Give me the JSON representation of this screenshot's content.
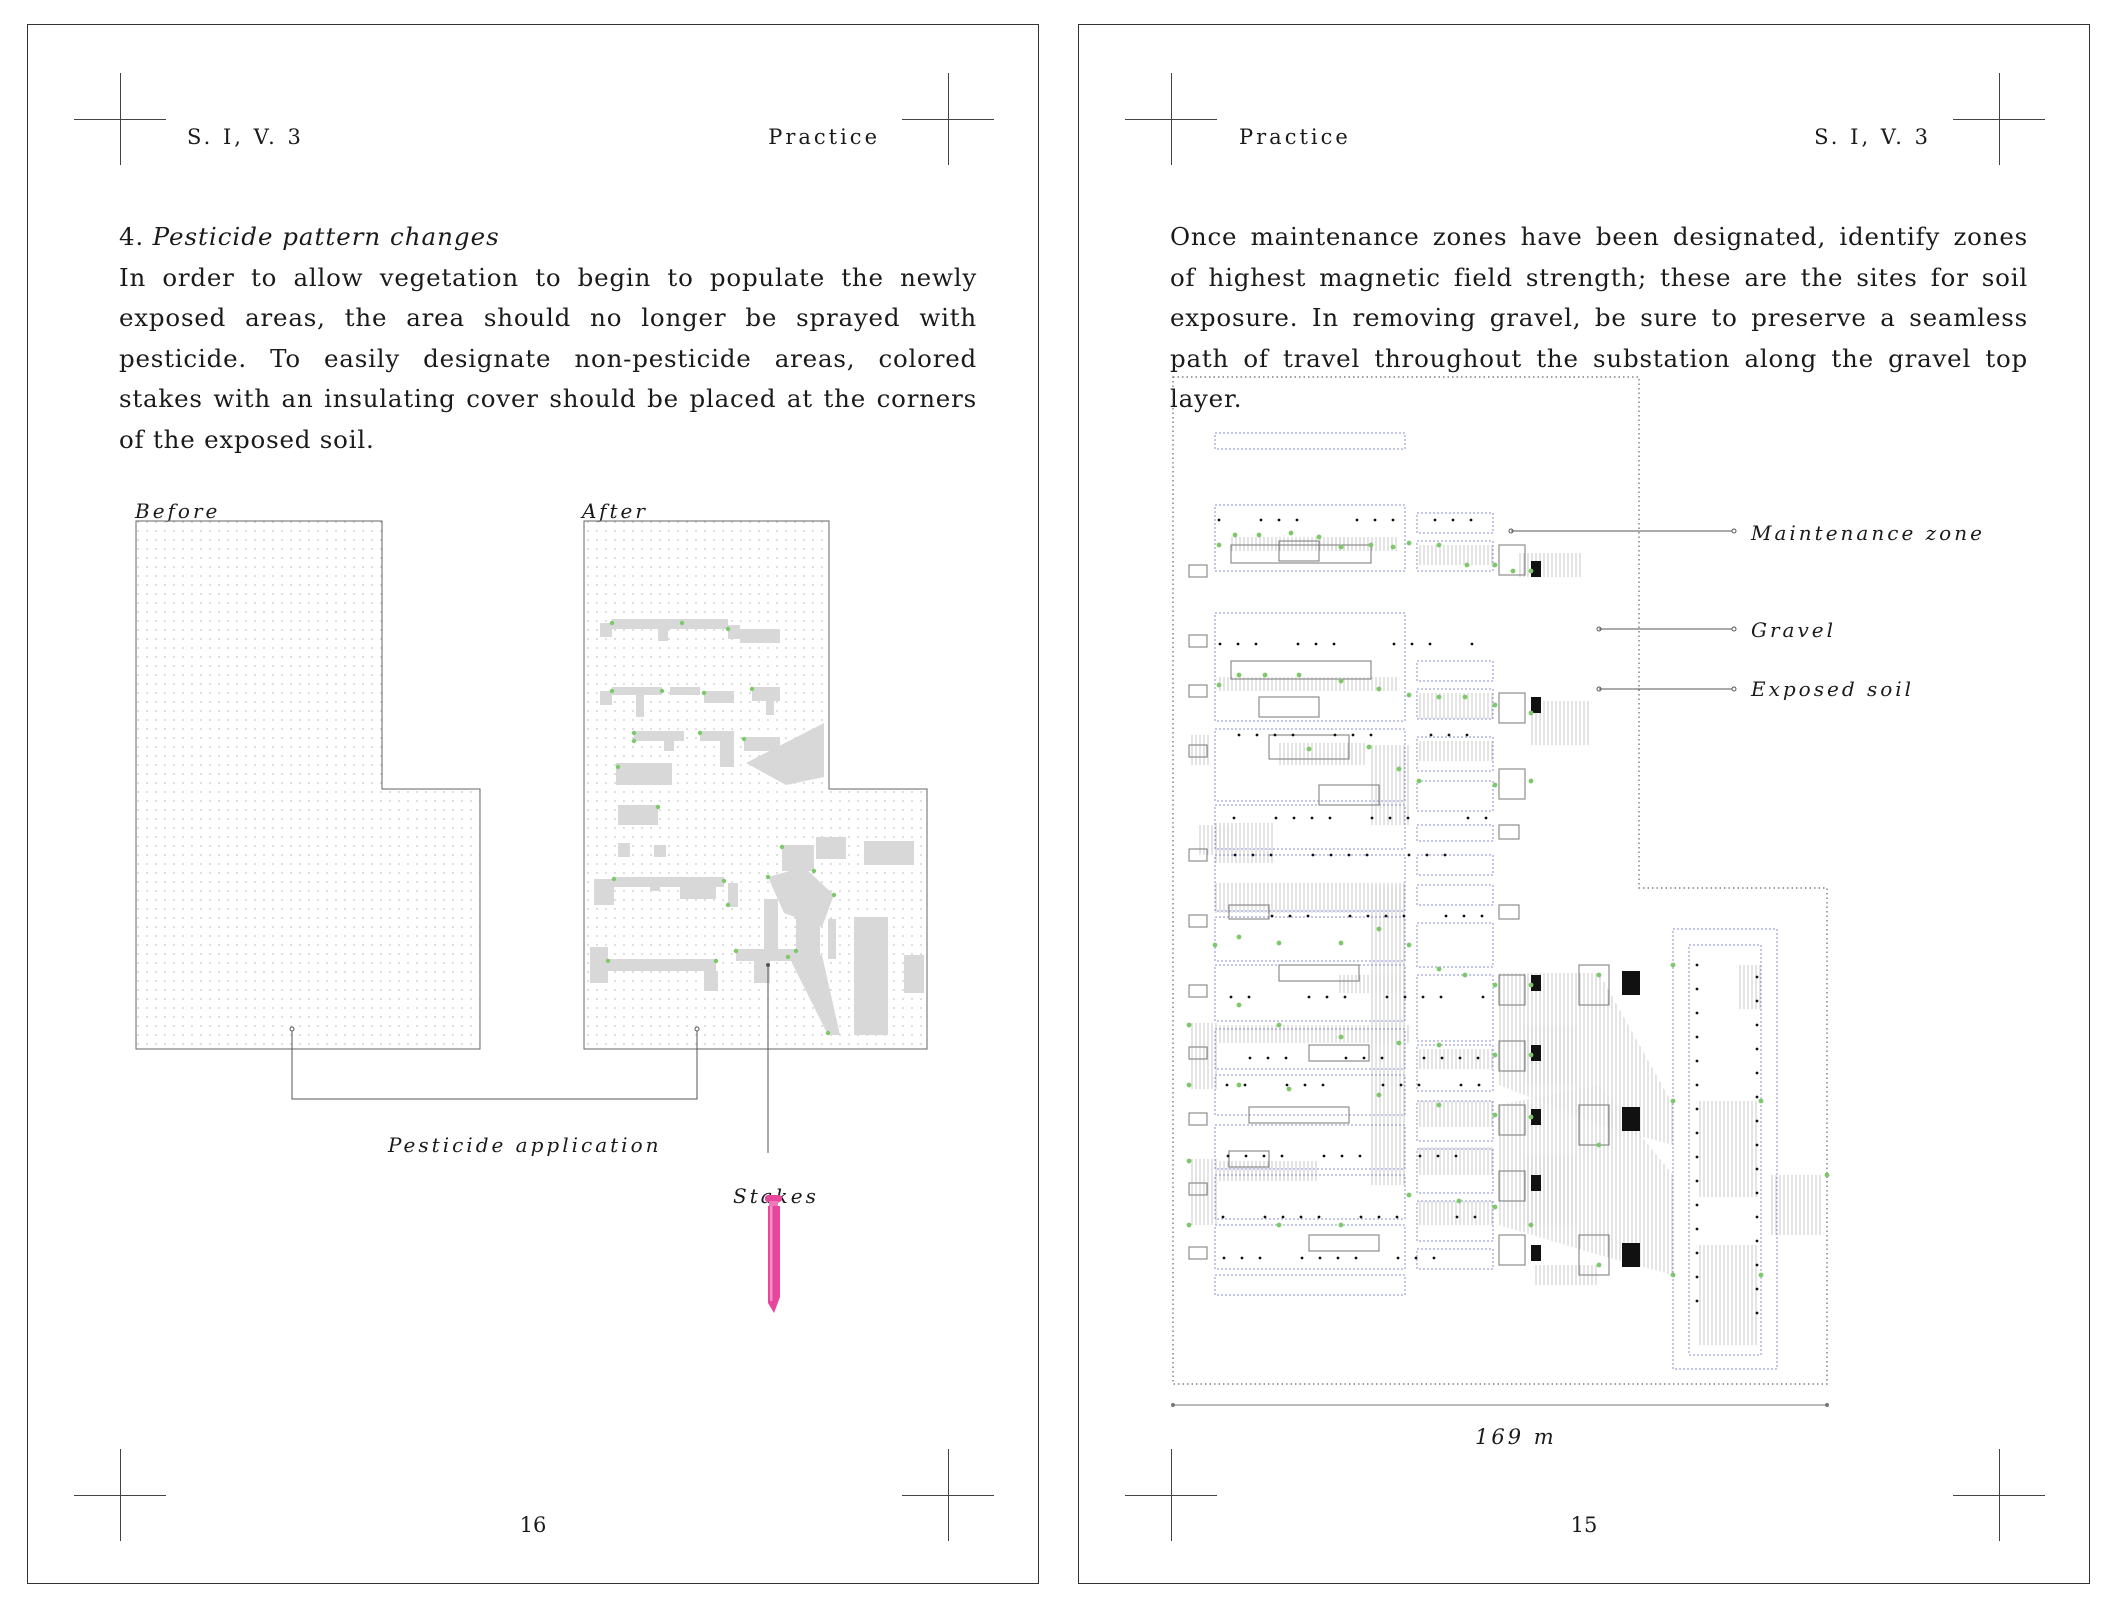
{
  "left_page": {
    "running_head_left": "S. I, V. 3",
    "running_head_right": "Practice",
    "section_number": "4.",
    "section_title": "Pesticide pattern changes",
    "paragraph": "In order to allow vegetation to begin to populate the newly exposed areas, the area should no longer be sprayed with pesticide. To easily designate non-pesticide areas, colored stakes with an insulating cover should be placed at the corners of the exposed soil.",
    "figure_labels": {
      "before": "Before",
      "after": "After",
      "pesticide_application": "Pesticide application",
      "stakes": "Stakes"
    },
    "page_number": "16"
  },
  "right_page": {
    "running_head_left": "Practice",
    "running_head_right": "S. I, V. 3",
    "paragraph": "Once maintenance zones have been designated, identify zones of highest magnetic field strength; these are the sites for soil exposure. In removing gravel, be sure to preserve a seamless path of travel throughout the substation along the gravel top layer.",
    "figure_labels": {
      "maintenance_zone": "Maintenance zone",
      "gravel": "Gravel",
      "exposed_soil": "Exposed soil",
      "scale": "169 m"
    },
    "page_number": "15"
  },
  "colors": {
    "stake_pink": "#e8459c",
    "marker_green": "#7cc96a",
    "maintenance_blue": "#8a8fd6",
    "exposed_gray": "#d8d8d8",
    "gravel_dot": "#c9c9c9",
    "outline": "#555555"
  }
}
